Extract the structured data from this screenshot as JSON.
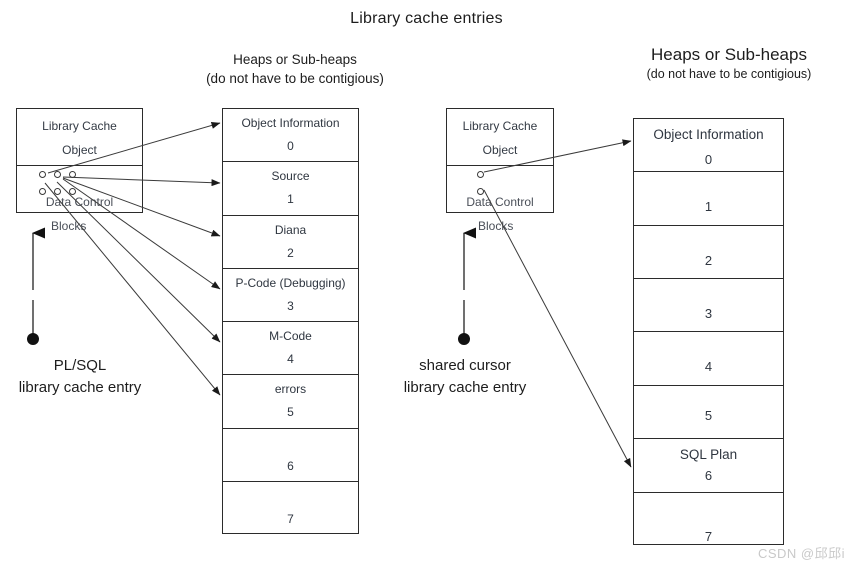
{
  "title": "Library cache entries",
  "headings": {
    "left": {
      "line1": "Heaps or Sub-heaps",
      "line2": "(do not have to be contigious)"
    },
    "right": {
      "line1": "Heaps or Sub-heaps",
      "line2": "(do not have to be contigious)"
    }
  },
  "left_object": {
    "title_line1": "Library Cache",
    "title_line2": "Object",
    "data_control": "Data Control",
    "blocks": "Blocks",
    "handle_count": 6
  },
  "right_object": {
    "title_line1": "Library Cache",
    "title_line2": "Object",
    "data_control": "Data Control",
    "blocks": "Blocks",
    "handle_count": 2
  },
  "left_heap": {
    "cells": [
      {
        "name": "Object Information",
        "num": "0"
      },
      {
        "name": "Source",
        "num": "1"
      },
      {
        "name": "Diana",
        "num": "2"
      },
      {
        "name": "P-Code (Debugging)",
        "num": "3"
      },
      {
        "name": "M-Code",
        "num": "4"
      },
      {
        "name": "errors",
        "num": "5"
      },
      {
        "name": "",
        "num": "6"
      },
      {
        "name": "",
        "num": "7"
      }
    ]
  },
  "right_heap": {
    "cells": [
      {
        "name": "Object Information",
        "num": "0"
      },
      {
        "name": "",
        "num": "1"
      },
      {
        "name": "",
        "num": "2"
      },
      {
        "name": "",
        "num": "3"
      },
      {
        "name": "",
        "num": "4"
      },
      {
        "name": "",
        "num": "5"
      },
      {
        "name": "SQL Plan",
        "num": "6"
      },
      {
        "name": "",
        "num": "7"
      }
    ]
  },
  "captions": {
    "left": {
      "line1": "PL/SQL",
      "line2": "library cache entry"
    },
    "right": {
      "line1": "shared cursor",
      "line2": "library cache entry"
    }
  },
  "watermark": "CSDN @邱邱i",
  "colors": {
    "stroke": "#2b2b2b",
    "text": "#2f3640",
    "accent": "#111111",
    "watermark": "#c9c9c9"
  }
}
